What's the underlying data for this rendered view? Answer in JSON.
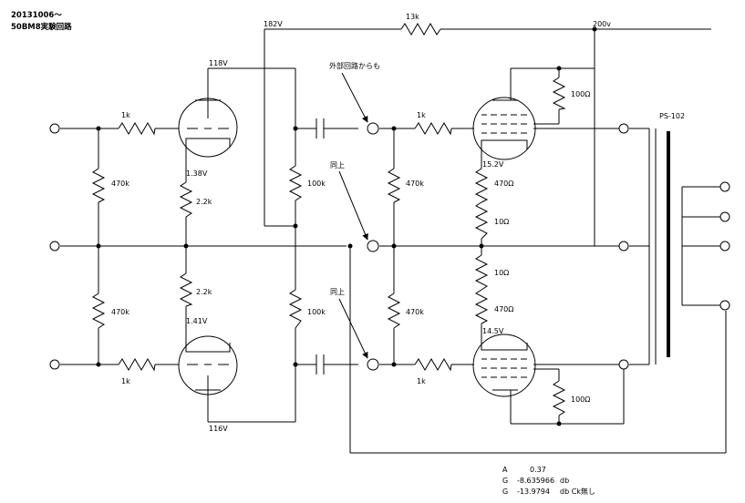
{
  "title": {
    "line1": "20131006〜",
    "line2": "50BM8実験回路"
  },
  "voltages": {
    "b_plus_top": "182V",
    "b_plus_200": "200v",
    "upper_plate": "118V",
    "upper_cathode": "1.38V",
    "lower_cathode": "1.41V",
    "lower_plate": "116V",
    "upper_out_cathode": "15.2V",
    "lower_out_cathode": "14.5V"
  },
  "resistors": {
    "r_13k": "13k",
    "r_1k_in_top": "1k",
    "r_1k_in_bot": "1k",
    "r_470k_in_top": "470k",
    "r_470k_in_bot": "470k",
    "r_22k_top": "2.2k",
    "r_22k_bot": "2.2k",
    "r_100k_top": "100k",
    "r_100k_bot": "100k",
    "r_1k_out_top": "1k",
    "r_1k_out_bot": "1k",
    "r_470k_out_top": "470k",
    "r_470k_out_bot": "470k",
    "r_100_top": "100Ω",
    "r_100_bot": "100Ω",
    "r_470_a": "470Ω",
    "r_10_a": "10Ω",
    "r_10_b": "10Ω",
    "r_470_b": "470Ω"
  },
  "annotations": {
    "external": "外部回路からも",
    "same1": "同上",
    "same2": "同上"
  },
  "transformer": "PS-102",
  "results": [
    {
      "label": "A",
      "value": "0.37",
      "unit": ""
    },
    {
      "label": "G",
      "value": "-8.635966",
      "unit": "db"
    },
    {
      "label": "G",
      "value": "-13.9794",
      "unit": "db Ck無し"
    }
  ]
}
